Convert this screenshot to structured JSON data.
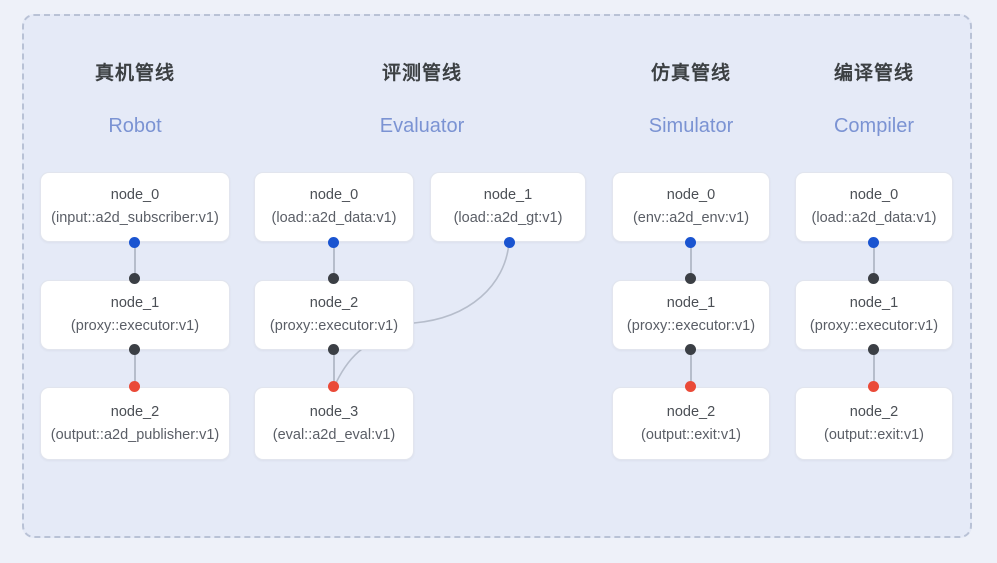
{
  "diagram": {
    "title_cn_suffix": "管线",
    "columns": [
      {
        "key": "robot",
        "title_cn": "真机管线",
        "title_en": "Robot",
        "nodes": [
          {
            "id": "node_0",
            "spec": "(input::a2d_subscriber:v1)"
          },
          {
            "id": "node_1",
            "spec": "(proxy::executor:v1)"
          },
          {
            "id": "node_2",
            "spec": "(output::a2d_publisher:v1)"
          }
        ]
      },
      {
        "key": "evaluator",
        "title_cn": "评测管线",
        "title_en": "Evaluator",
        "nodes": [
          {
            "id": "node_0",
            "spec": "(load::a2d_data:v1)"
          },
          {
            "id": "node_1",
            "spec": "(load::a2d_gt:v1)"
          },
          {
            "id": "node_2",
            "spec": "(proxy::executor:v1)"
          },
          {
            "id": "node_3",
            "spec": "(eval::a2d_eval:v1)"
          }
        ]
      },
      {
        "key": "simulator",
        "title_cn": "仿真管线",
        "title_en": "Simulator",
        "nodes": [
          {
            "id": "node_0",
            "spec": "(env::a2d_env:v1)"
          },
          {
            "id": "node_1",
            "spec": "(proxy::executor:v1)"
          },
          {
            "id": "node_2",
            "spec": "(output::exit:v1)"
          }
        ]
      },
      {
        "key": "compiler",
        "title_cn": "编译管线",
        "title_en": "Compiler",
        "nodes": [
          {
            "id": "node_0",
            "spec": "(load::a2d_data:v1)"
          },
          {
            "id": "node_1",
            "spec": "(proxy::executor:v1)"
          },
          {
            "id": "node_2",
            "spec": "(output::exit:v1)"
          }
        ]
      }
    ],
    "port_colors": {
      "output": "#1a54d0",
      "input": "#3b3f45",
      "terminal": "#ea4a38"
    },
    "palette": {
      "page_background": "#eef1f9",
      "panel_background": "#e5eaf7",
      "panel_border": "#b9c2d6",
      "node_background": "#ffffff",
      "node_border": "#e2e5ee",
      "edge": "#b6bdcb",
      "title_cn_color": "#3c4043",
      "title_en_color": "#7b93d3"
    }
  }
}
